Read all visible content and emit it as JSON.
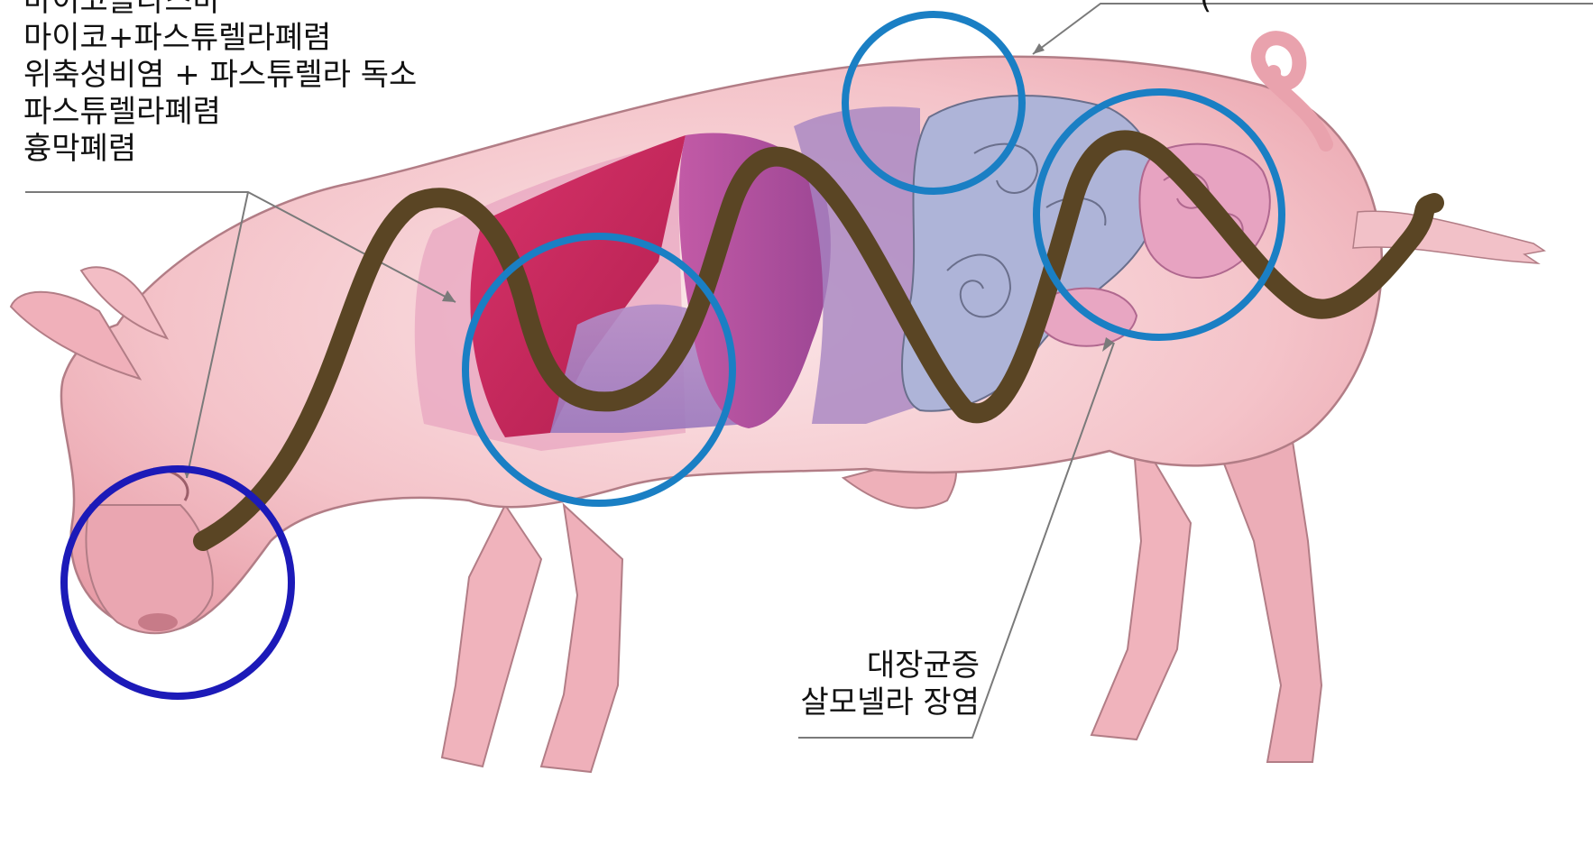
{
  "respiratory_labels": [
    "마이코플라스마",
    "마이코+파스튜렐라폐렴",
    "위축성비염 + 파스튜렐라 독소",
    "파스튜렐라폐렴",
    "흉막폐렴"
  ],
  "intestinal_labels": [
    "대장균증",
    "살모넬라 장염"
  ],
  "top_right_label": "(",
  "colors": {
    "digestive_tract_path": "#5a4524",
    "organ_highlight_circle": "#1a7fc4",
    "snout_circle": "#1c1ab8",
    "leader_line": "#7a7a7a",
    "pig_body": "#f2bcc3",
    "lung": "#c9305f",
    "heart": "#b3509a",
    "intestine": "#aeb4d8"
  }
}
